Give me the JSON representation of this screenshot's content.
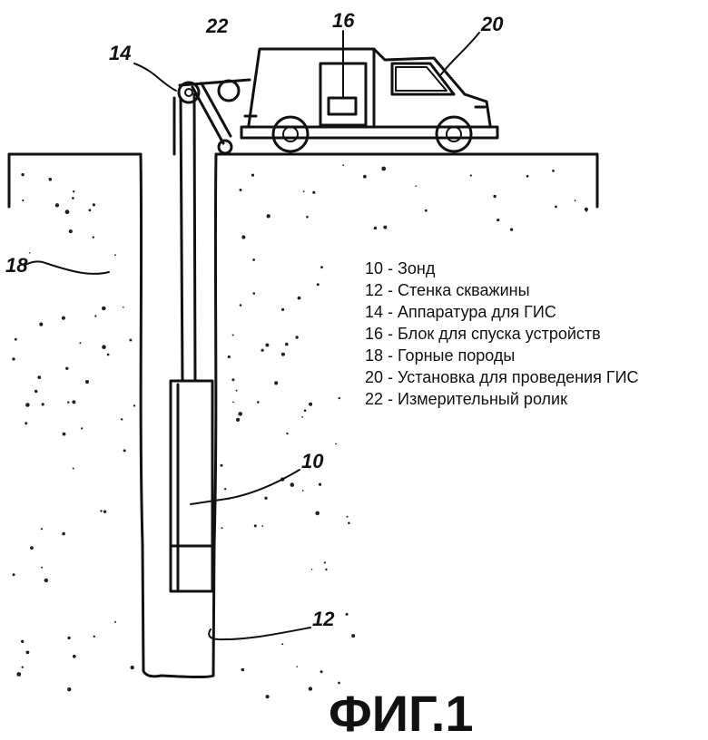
{
  "labels": {
    "probe": "10",
    "borehole_wall": "12",
    "logging_equipment": "14",
    "deployment_unit": "16",
    "rock": "18",
    "logging_installation": "20",
    "measuring_wheel": "22"
  },
  "legend": [
    "10 - Зонд",
    "12 - Стенка скважины",
    "14 - Аппаратура для ГИС",
    "16 - Блок для спуска устройств",
    "18 - Горные породы",
    "20 - Установка для проведения ГИС",
    "22 - Измерительный ролик"
  ],
  "caption": "ФИГ.1"
}
